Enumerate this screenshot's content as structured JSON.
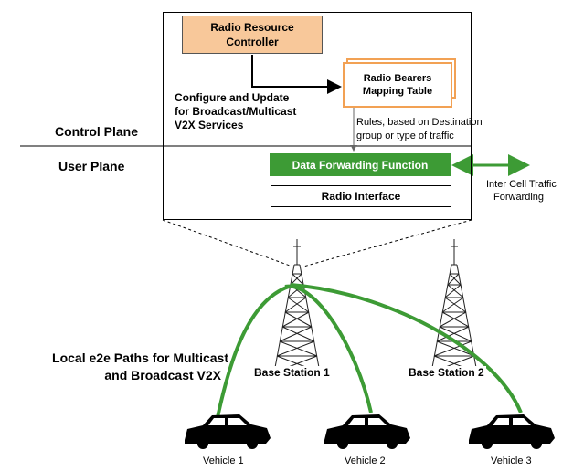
{
  "diagram": {
    "rrc_label": "Radio Resource Controller",
    "rbmt_label": "Radio Bearers Mapping Table",
    "configure_line1": "Configure and Update",
    "configure_line2": "for Broadcast/Multicast",
    "configure_line3": "V2X Services",
    "control_plane": "Control Plane",
    "user_plane": "User Plane",
    "rules_line1": "Rules, based on Destination",
    "rules_line2": "group or type of traffic",
    "dff_label": "Data Forwarding Function",
    "radio_interface": "Radio Interface",
    "inter_cell_line1": "Inter Cell Traffic",
    "inter_cell_line2": "Forwarding",
    "local_paths_line1": "Local e2e Paths for Multicast",
    "local_paths_line2": "and Broadcast  V2X",
    "base_station_1": "Base Station 1",
    "base_station_2": "Base Station 2",
    "vehicle_1": "Vehicle 1",
    "vehicle_2": "Vehicle 2",
    "vehicle_3": "Vehicle 3"
  },
  "colors": {
    "green": "#3d9b35",
    "orange_fill": "#f8c89a",
    "orange_border": "#f2a154"
  },
  "icons": [
    "tower-icon",
    "car-icon"
  ]
}
